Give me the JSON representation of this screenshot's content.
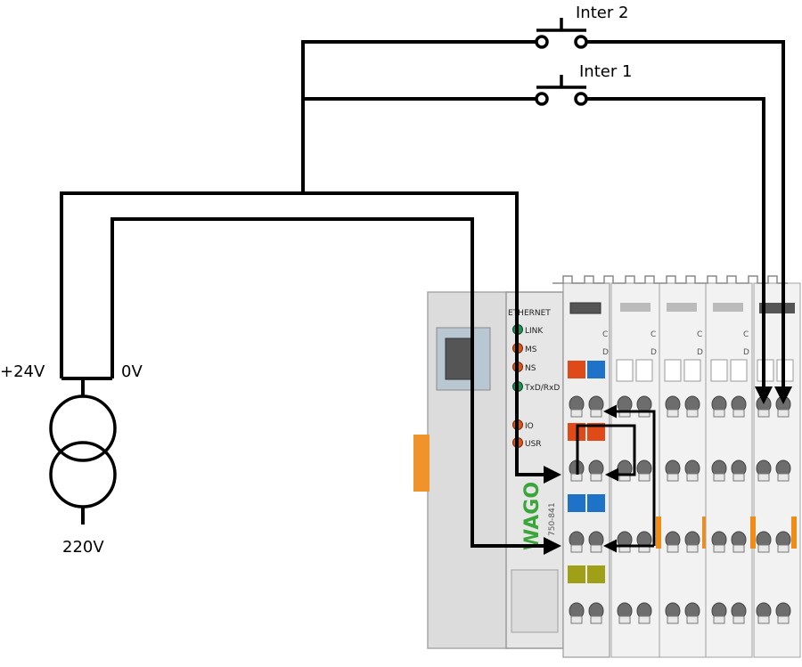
{
  "labels": {
    "inter2": "Inter 2",
    "inter1": "Inter 1",
    "plus24v": "+24V",
    "zero_v": "0V",
    "v220": "220V"
  },
  "plc": {
    "ethernet": "ETHERNET",
    "leds_top": [
      "LINK",
      "MS",
      "NS",
      "TxD/RxD"
    ],
    "leds_bottom": [
      "IO",
      "USR"
    ],
    "brand": "WAGO",
    "model": "750-841",
    "module_letters": [
      "C",
      "D"
    ]
  },
  "colors": {
    "wire": "#000000",
    "led_green": "#1f8f4e",
    "led_red": "#d9541c",
    "term_red": "#e04a18",
    "term_blue": "#1e73c8",
    "term_olive": "#a0a018",
    "wago_green": "#3aa63a",
    "orange": "#f08c18"
  }
}
